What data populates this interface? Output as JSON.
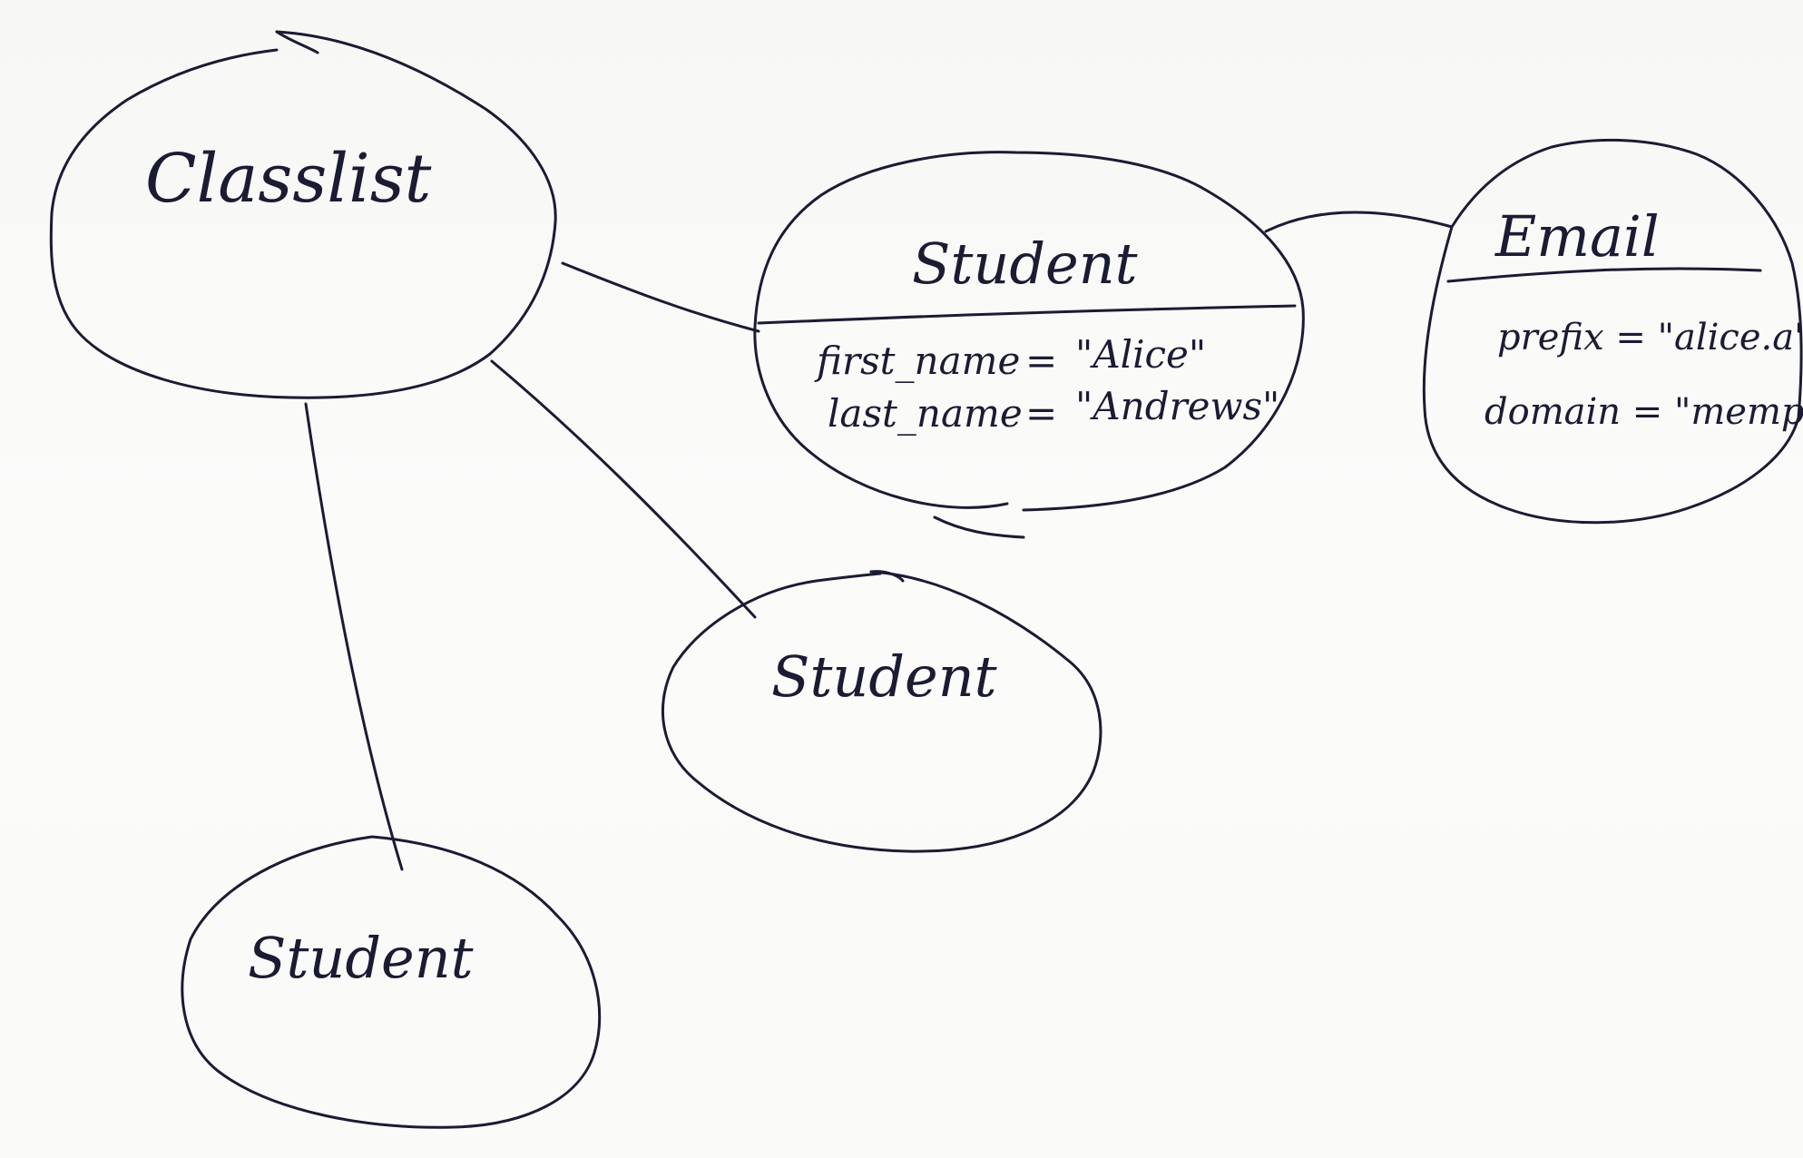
{
  "diagram": {
    "colors": {
      "ink": "#1b1b33",
      "paper": "#fbfbfa"
    },
    "nodes": {
      "classlist": {
        "title": "Classlist"
      },
      "student_alice": {
        "title": "Student",
        "attributes": [
          {
            "name": "first_name",
            "equals": "=",
            "value": "\"Alice\""
          },
          {
            "name": "last_name",
            "equals": "=",
            "value": "\"Andrews\""
          }
        ]
      },
      "email": {
        "title": "Email",
        "attributes": [
          {
            "text": "prefix = \"alice.a\""
          },
          {
            "text": "domain = \"memphis.edu\""
          }
        ]
      },
      "student_middle": {
        "title": "Student"
      },
      "student_bottom": {
        "title": "Student"
      }
    }
  }
}
